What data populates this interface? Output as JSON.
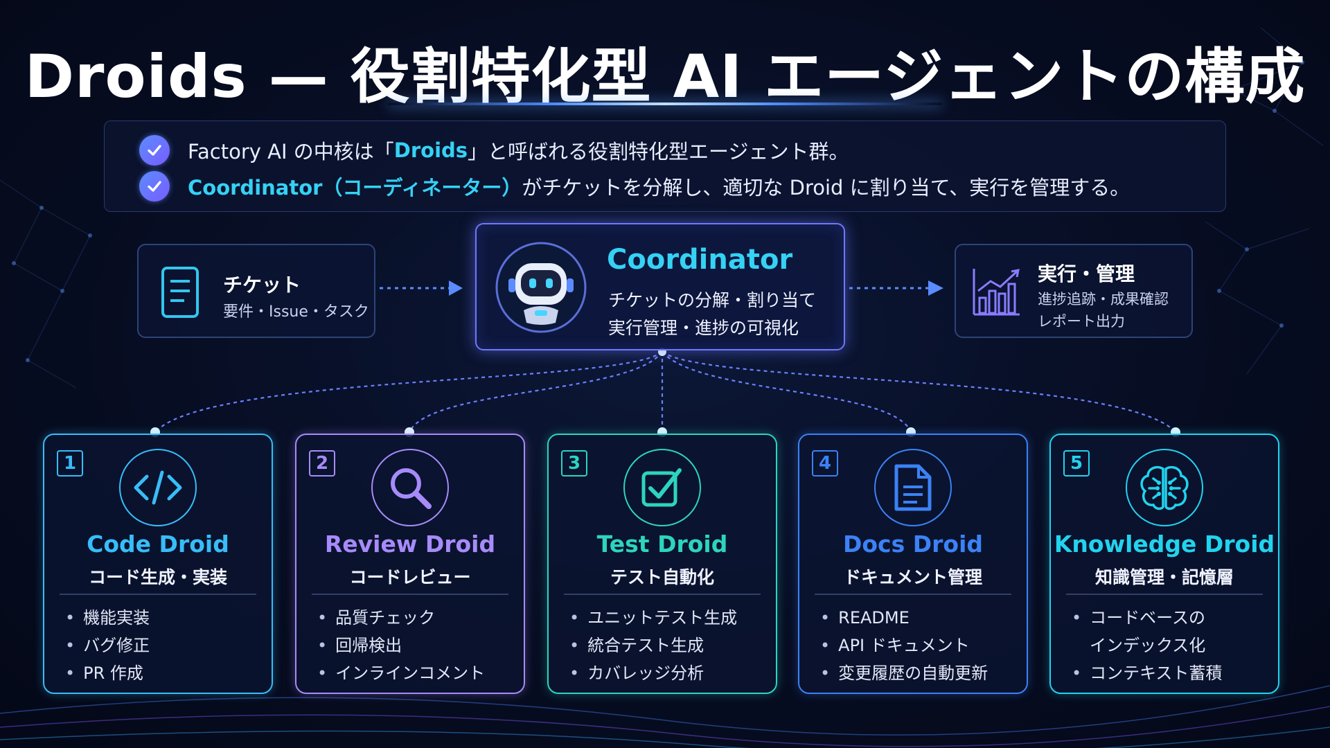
{
  "title": "Droids — 役割特化型 AI エージェントの構成",
  "intro": {
    "line1": {
      "pre": "Factory AI の中核は「",
      "highlight": "Droids",
      "post": "」と呼ばれる役割特化型エージェント群。"
    },
    "line2": {
      "highlight": "Coordinator（コーディネーター）",
      "post": "がチケットを分解し、適切な Droid に割り当て、実行を管理する。"
    }
  },
  "ticket": {
    "title": "チケット",
    "subtitle": "要件・Issue・タスク",
    "icon": "document-icon"
  },
  "coordinator": {
    "title": "Coordinator",
    "line1": "チケットの分解・割り当て",
    "line2": "実行管理・進捗の可視化",
    "icon": "robot-icon"
  },
  "execution": {
    "title": "実行・管理",
    "line1": "進捗追跡・成果確認",
    "line2": "レポート出力",
    "icon": "bar-chart-icon"
  },
  "colors": {
    "accent": "#35d2f5",
    "coordinator_border": "#6e78ff",
    "background": "#070d22"
  },
  "droids": [
    {
      "num": "1",
      "name": "Code Droid",
      "role": "コード生成・実装",
      "icon": "code-icon",
      "color": "#38bdf8",
      "items": [
        "機能実装",
        "バグ修正",
        "PR 作成"
      ]
    },
    {
      "num": "2",
      "name": "Review Droid",
      "role": "コードレビュー",
      "icon": "magnifier-icon",
      "color": "#a78bfa",
      "items": [
        "品質チェック",
        "回帰検出",
        "インラインコメント"
      ]
    },
    {
      "num": "3",
      "name": "Test Droid",
      "role": "テスト自動化",
      "icon": "checkbox-icon",
      "color": "#2dd4bf",
      "items": [
        "ユニットテスト生成",
        "統合テスト生成",
        "カバレッジ分析"
      ]
    },
    {
      "num": "4",
      "name": "Docs Droid",
      "role": "ドキュメント管理",
      "icon": "doc-icon",
      "color": "#3b82f6",
      "items": [
        "README",
        "API ドキュメント",
        "変更履歴の自動更新"
      ]
    },
    {
      "num": "5",
      "name": "Knowledge Droid",
      "role": "知識管理・記憶層",
      "icon": "brain-icon",
      "color": "#22d3ee",
      "items": [
        "コードベースの",
        "インデックス化",
        "コンテキスト蓄積"
      ]
    }
  ]
}
